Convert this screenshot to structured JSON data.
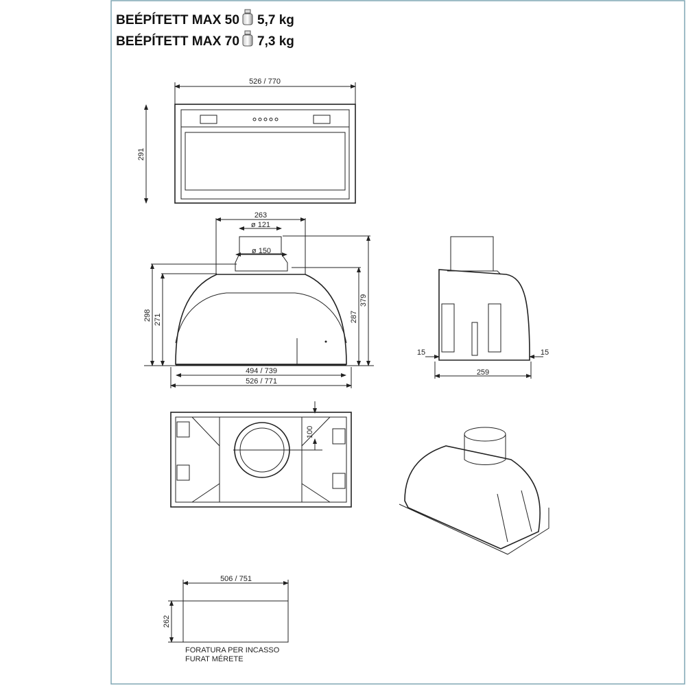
{
  "header": {
    "line1": {
      "model": "BEÉPÍTETT MAX 50",
      "weight": "5,7 kg"
    },
    "line2": {
      "model": "BEÉPÍTETT MAX 70",
      "weight": "7,3 kg"
    },
    "weight_icon": "weight-icon"
  },
  "front_view": {
    "width": "526 / 770",
    "height": "291"
  },
  "side_view": {
    "top_width": "263",
    "duct_inner": "ø 121",
    "duct_outer": "ø 150",
    "h_298": "298",
    "h_271": "271",
    "h_287": "287",
    "h_379": "379",
    "inner_width": "494 / 739",
    "outer_width": "526 / 771"
  },
  "profile_view": {
    "left_margin": "15",
    "right_margin": "15",
    "depth": "259"
  },
  "bottom_view": {
    "offset": "100"
  },
  "cutout": {
    "width": "506 / 751",
    "height": "262",
    "label1": "FORATURA PER INCASSO",
    "label2": "FURAT MÉRETE"
  },
  "colors": {
    "frame": "#7fa6b4",
    "line": "#222222"
  }
}
